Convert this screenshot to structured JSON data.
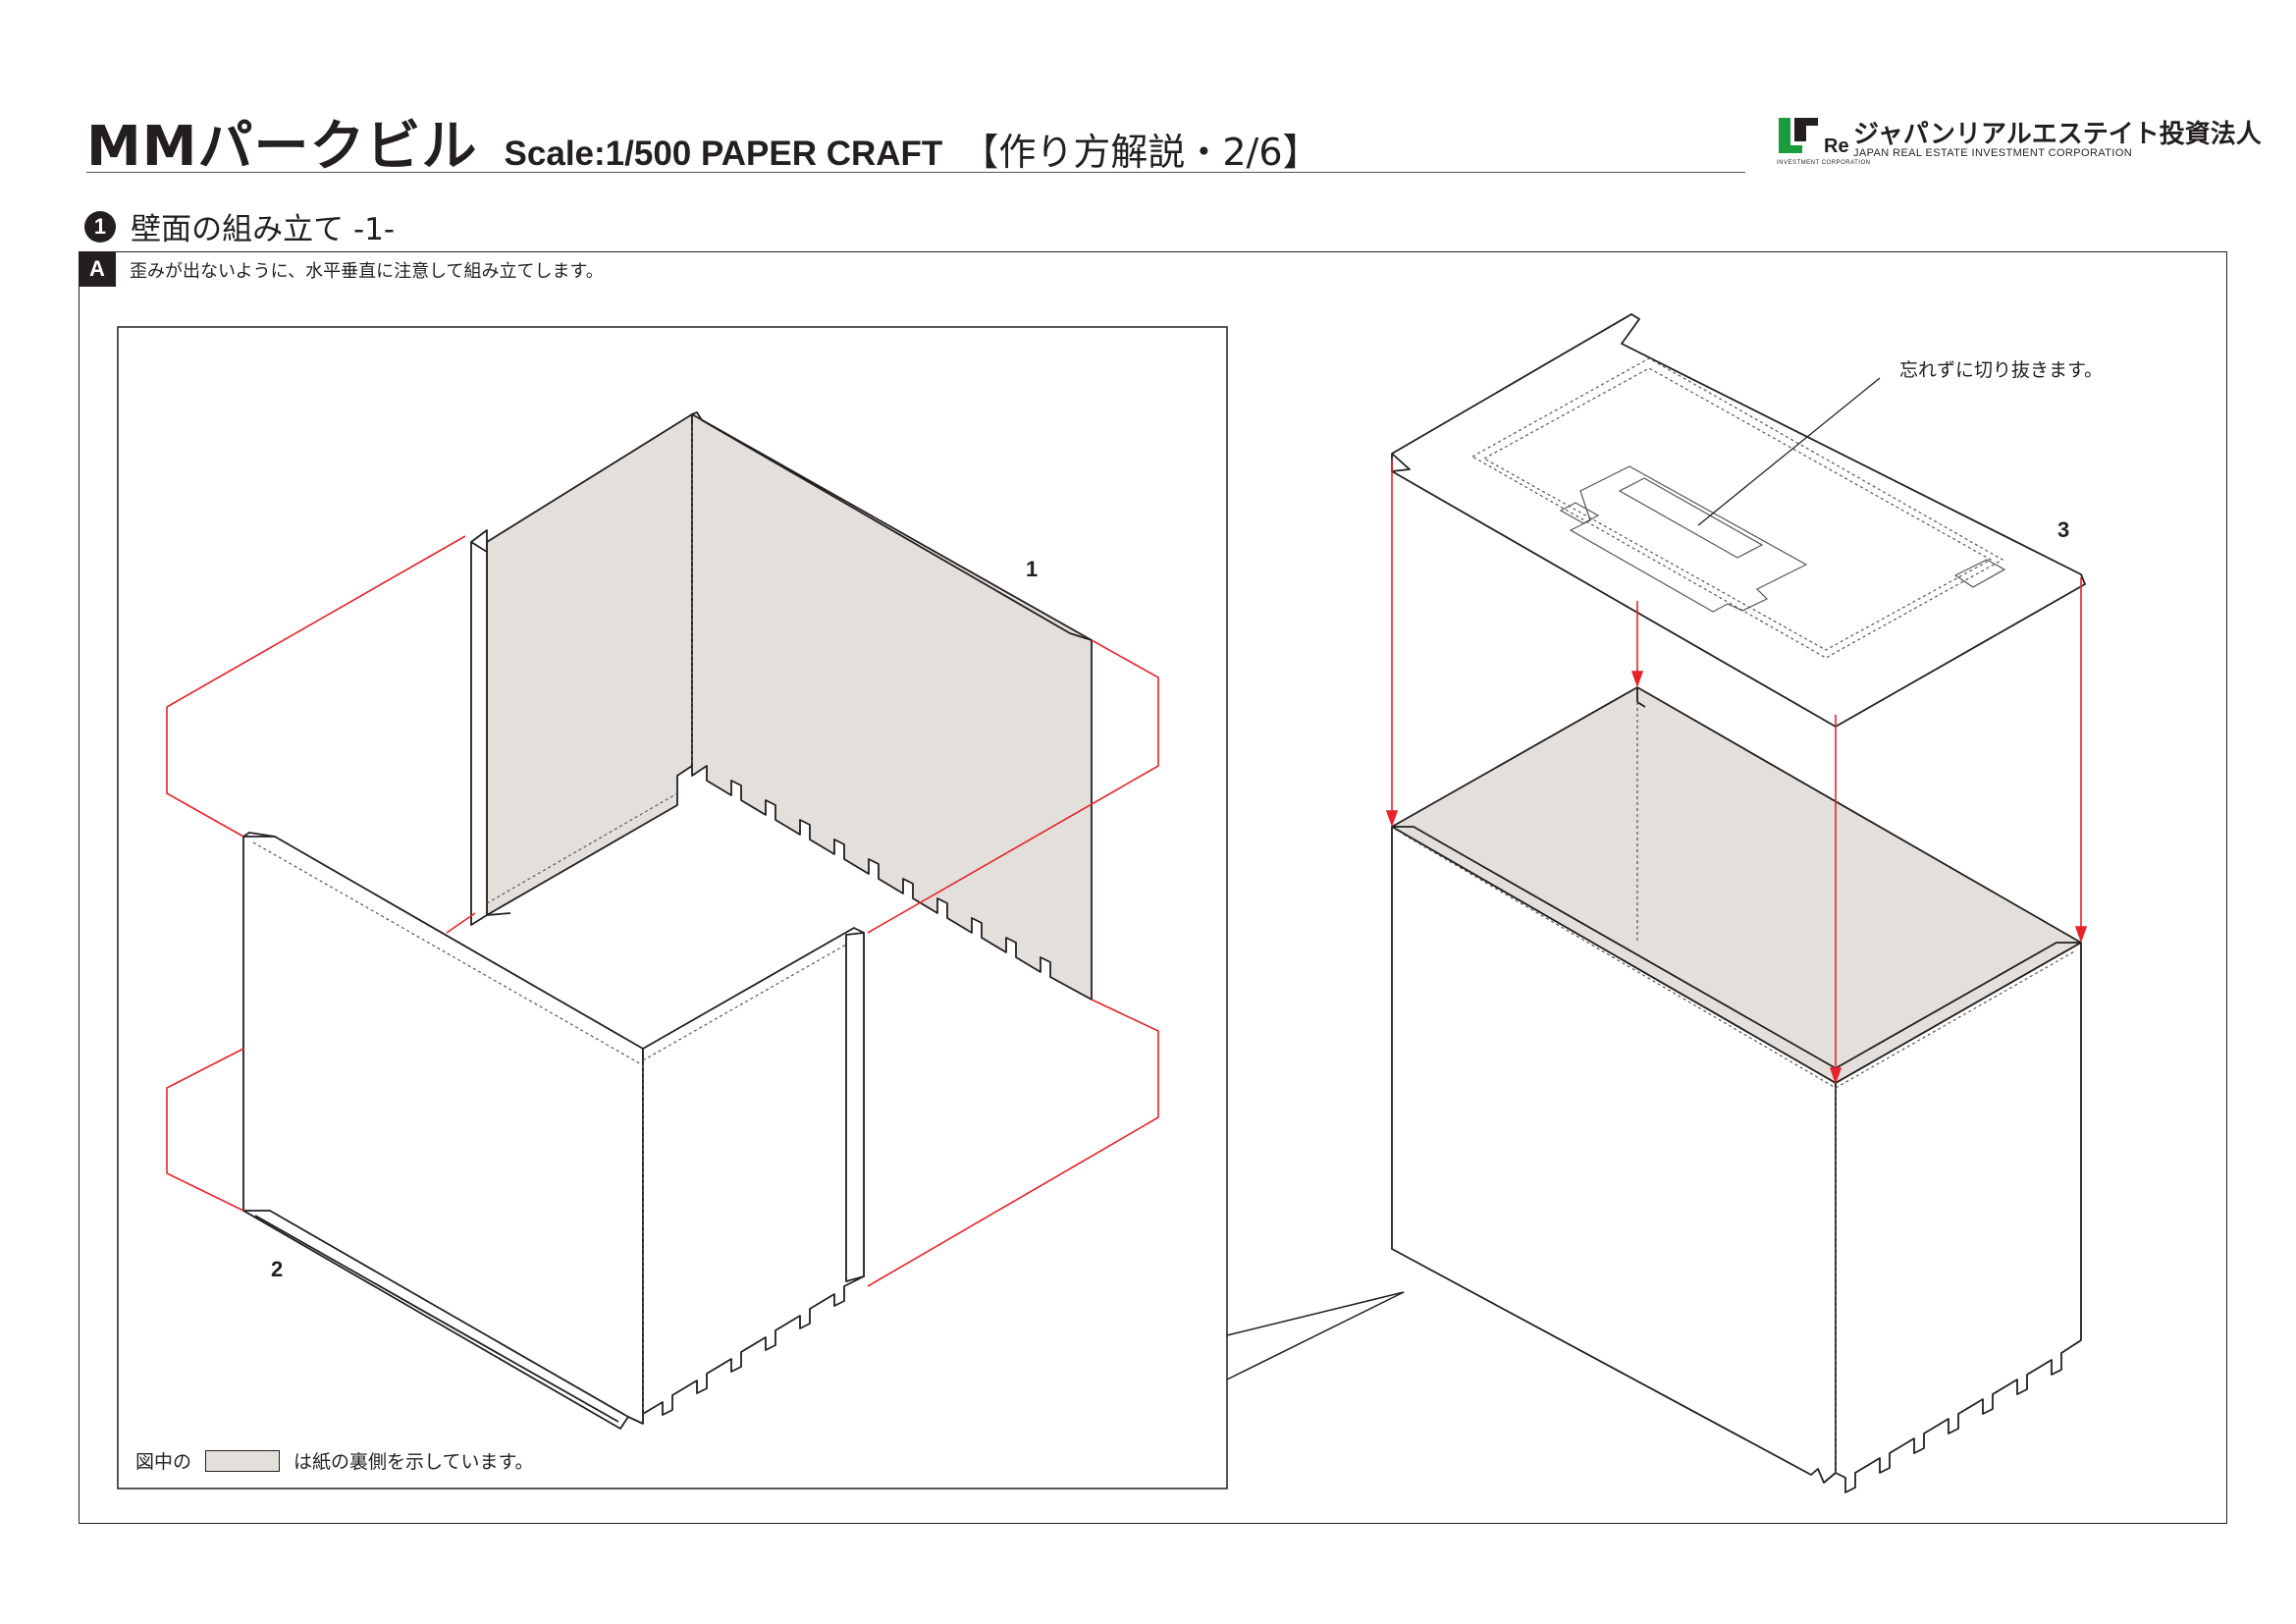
{
  "header": {
    "title": "MMパークビル",
    "scale": "Scale:1/500 PAPER CRAFT",
    "part": "【作り方解説・2/6】"
  },
  "logo": {
    "mark_text": "Re",
    "sub_text": "INVESTMENT CORPORATION",
    "name": "ジャパンリアルエステイト投資法人",
    "english": "JAPAN REAL ESTATE INVESTMENT CORPORATION"
  },
  "section": {
    "number": "1",
    "title": "壁面の組み立て -1-"
  },
  "step": {
    "badge": "A",
    "text": "歪みが出ないように、水平垂直に注意して組み立てします。"
  },
  "parts": {
    "label_1": "1",
    "label_2": "2",
    "label_3": "3"
  },
  "callout": "忘れずに切り抜きます。",
  "legend": {
    "before": "図中の",
    "after": "は紙の裏側を示しています。"
  },
  "colors": {
    "line": "#231f20",
    "guide": "#e8232b",
    "paper_back": "#e3dfdb"
  }
}
